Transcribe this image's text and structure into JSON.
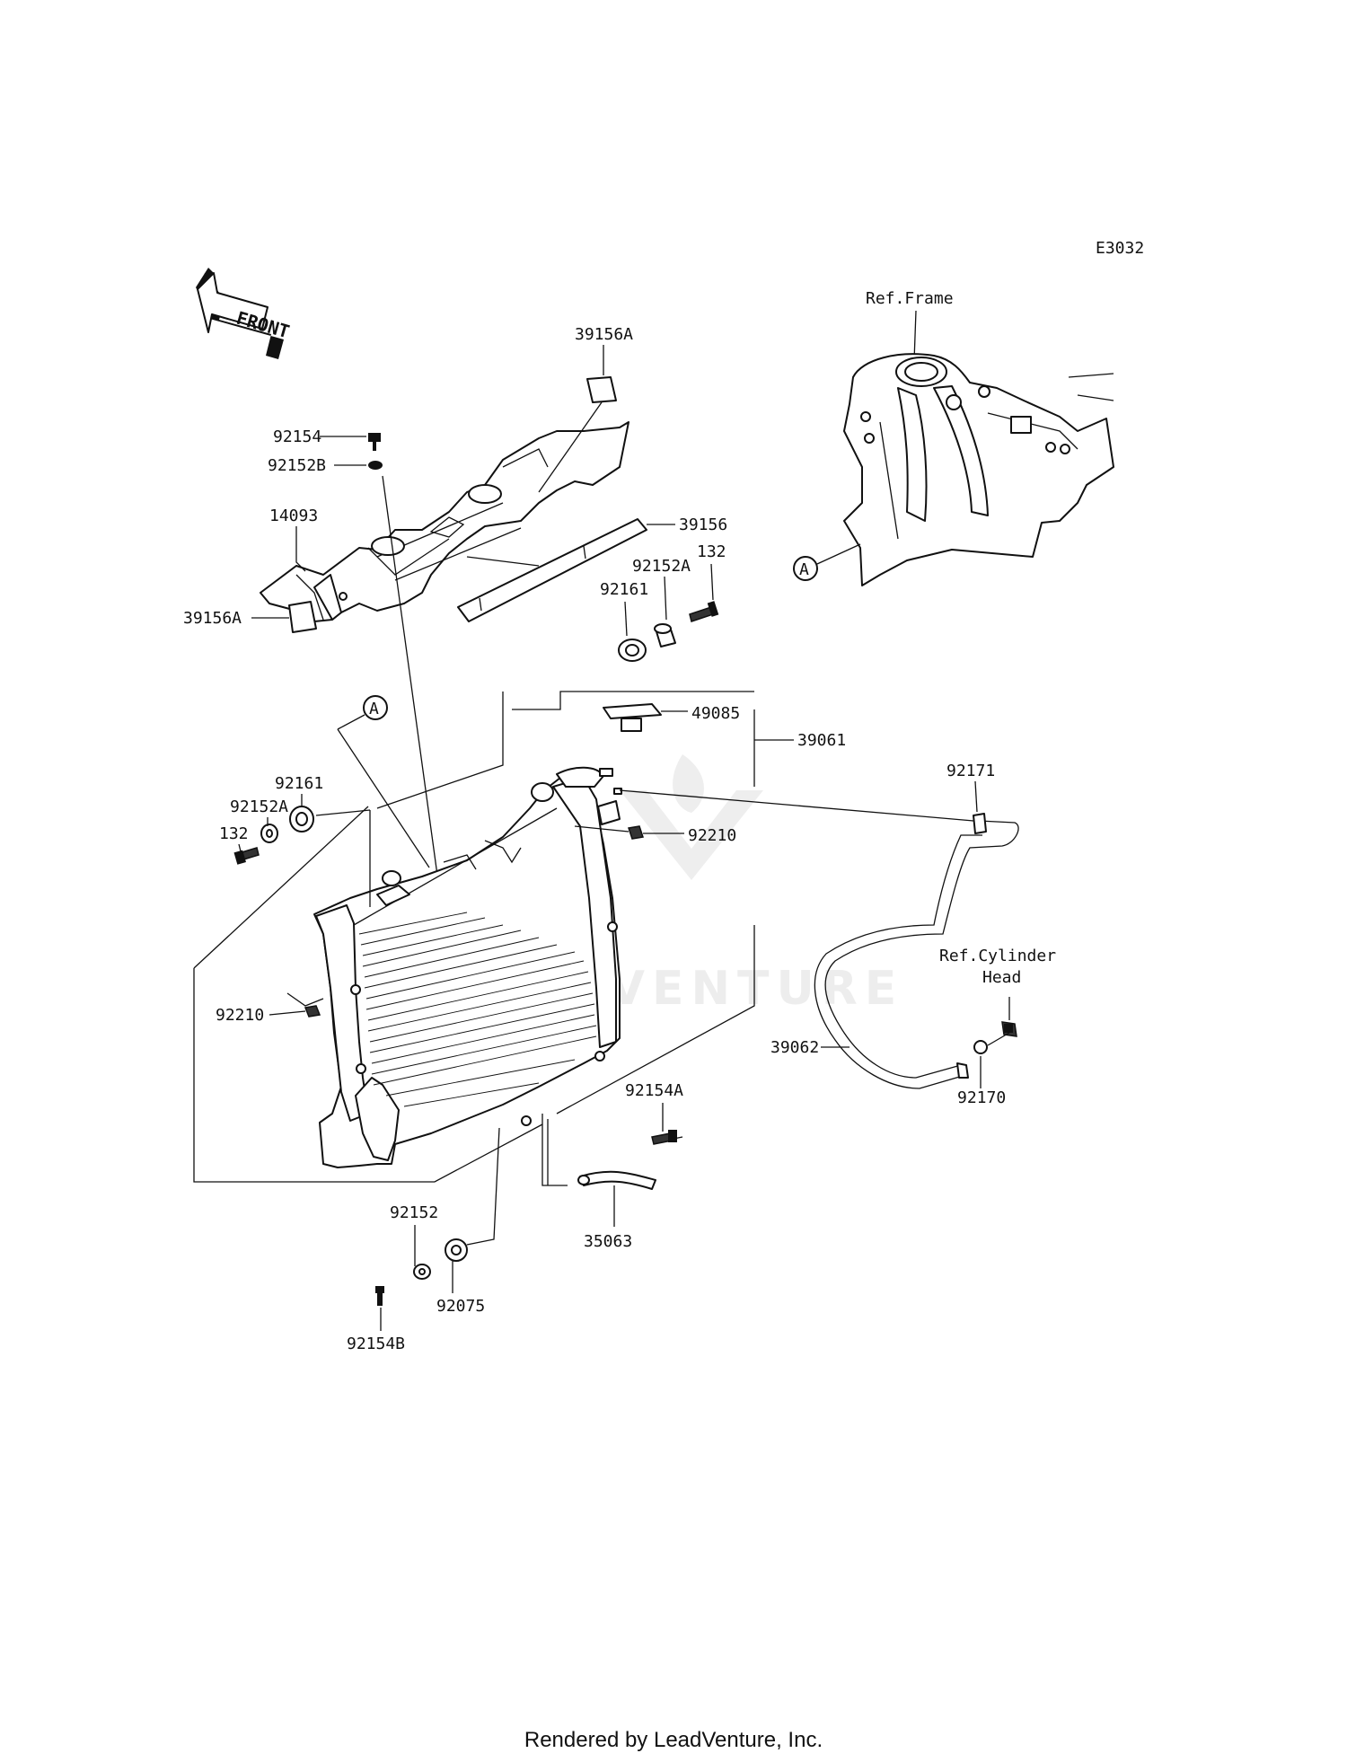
{
  "diagram_code": "E3032",
  "front_badge": "FRONT",
  "ref_frame": "Ref.Frame",
  "ref_cylinder_line1": "Ref.Cylinder",
  "ref_cylinder_line2": "Head",
  "callout_a": "A",
  "watermark": "LEADVENTURE",
  "footer": "Rendered by LeadVenture, Inc.",
  "parts": {
    "p39156A_top": "39156A",
    "p92154": "92154",
    "p92152B": "92152B",
    "p14093": "14093",
    "p39156": "39156",
    "p92152A_r": "92152A",
    "p132_r": "132",
    "p39156A_left": "39156A",
    "p92161_r": "92161",
    "p49085": "49085",
    "p39061": "39061",
    "p92171": "92171",
    "p92161_l": "92161",
    "p92152A_l": "92152A",
    "p132_l": "132",
    "p92210_r": "92210",
    "p92210_l": "92210",
    "p92154A": "92154A",
    "p39062": "39062",
    "p92170": "92170",
    "p92152": "92152",
    "p35063": "35063",
    "p92075": "92075",
    "p92154B": "92154B"
  }
}
